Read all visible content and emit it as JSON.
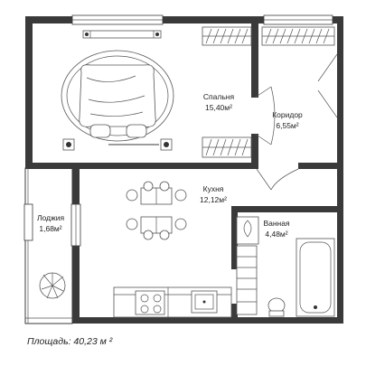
{
  "rooms": {
    "bedroom": {
      "name": "Спальня",
      "area": "15,40м²"
    },
    "corridor": {
      "name": "Коридор",
      "area": "6,55м²"
    },
    "kitchen": {
      "name": "Кухня",
      "area": "12,12м²"
    },
    "loggia": {
      "name": "Лоджия",
      "area": "1,68м²"
    },
    "bathroom": {
      "name": "Ванная",
      "area": "4,48м²"
    }
  },
  "footer": {
    "total_area": "Площадь: 40,23 м ²"
  },
  "colors": {
    "wall": "#3a3a3a",
    "line": "#555555",
    "background": "#ffffff"
  },
  "icons": [
    "bed-icon",
    "wardrobe-icon",
    "dining-table-icon",
    "chair-icon",
    "stove-icon",
    "sink-icon",
    "bathtub-icon",
    "toilet-icon",
    "washbasin-icon",
    "plant-icon",
    "radiator-icon",
    "door-icon"
  ]
}
